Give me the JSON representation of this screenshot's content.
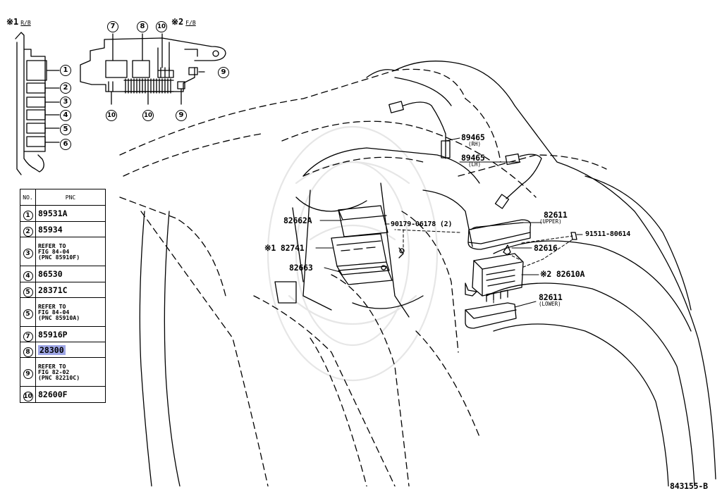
{
  "legend": {
    "ref1": {
      "mark": "※1",
      "note": "R/B"
    },
    "ref2": {
      "mark": "※2",
      "note": "F/B"
    }
  },
  "callouts": [
    "1",
    "2",
    "3",
    "4",
    "5",
    "6",
    "7",
    "8",
    "9",
    "10"
  ],
  "table": {
    "headers": {
      "no": "NO.",
      "pnc": "PNC"
    },
    "rows": [
      {
        "no": "1",
        "pnc": "89531A"
      },
      {
        "no": "2",
        "pnc": "85934"
      },
      {
        "no": "3",
        "pnc_lines": [
          "REFER TO",
          "FIG 84-04",
          " (PNC 85910F)"
        ]
      },
      {
        "no": "4",
        "pnc": "86530"
      },
      {
        "no": "5",
        "pnc": "28371C"
      },
      {
        "no": "5",
        "pnc_lines": [
          "REFER TO",
          "FIG 84-04",
          " (PNC 85910A)"
        ]
      },
      {
        "no": "7",
        "pnc": "85916P"
      },
      {
        "no": "8",
        "pnc": "28300",
        "highlight": true
      },
      {
        "no": "9",
        "pnc_lines": [
          "REFER TO",
          "FIG 82-02",
          " (PNC 82210C)"
        ]
      },
      {
        "no": "10",
        "pnc": "82600F"
      }
    ]
  },
  "parts": {
    "p89465_rh": "89465",
    "p89465_rh_sub": "(RH)",
    "p89465_lh": "89465",
    "p89465_lh_sub": "(LH)",
    "p82662a": "82662A",
    "p90179": "90179-06178 (2)",
    "p82741": "82741",
    "p82741_mark": "※1",
    "p82663": "82663",
    "p82611_upper": "82611",
    "p82611_upper_sub": "(UPPER)",
    "p91511": "91511-80614",
    "p82616": "82616",
    "p82610a": "82610A",
    "p82610a_mark": "※2",
    "p82611_lower": "82611",
    "p82611_lower_sub": "(LOWER)"
  },
  "figure_id": "843155-B"
}
